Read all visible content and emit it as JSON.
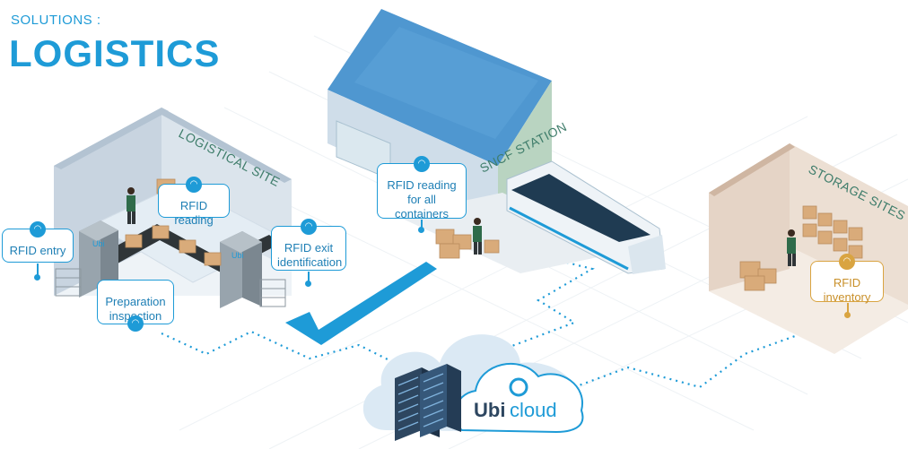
{
  "header": {
    "section": "SOLUTIONS :",
    "title": "LOGISTICS"
  },
  "areas": {
    "logistical_site": "LOGISTICAL SITE",
    "sncf_station": "SNCF STATION",
    "storage_sites": "STORAGE SITES"
  },
  "callouts": {
    "rfid_entry": "RFID entry",
    "rfid_reading": "RFID reading",
    "preparation_inspection": "Preparation inspection",
    "rfid_exit": "RFID exit identification",
    "rfid_containers": "RFID reading for all containers",
    "rfid_inventory": "RFID inventory"
  },
  "cloud": {
    "brand_part1": "Ubi",
    "brand_part2": "cloud"
  },
  "gate_label": "Ubi",
  "icons": [
    "rfid-wave-icon",
    "server-rack-icon",
    "cloud-icon",
    "train-icon",
    "worker-icon",
    "box-icon"
  ],
  "colors": {
    "accent": "#1e9bd7",
    "gold": "#d9a441",
    "roof": "#4f97d0",
    "wall": "#c8d4e0",
    "floor": "#eef3f7",
    "storage": "#e9ddd3"
  }
}
